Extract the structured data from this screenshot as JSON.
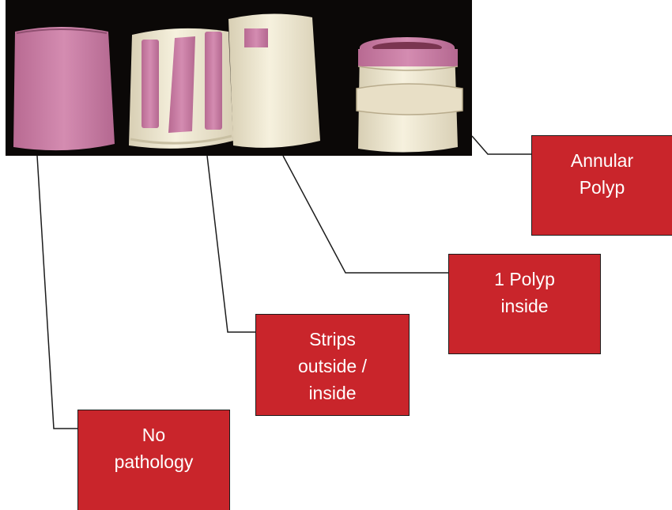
{
  "labels": {
    "no_pathology": [
      "No",
      "pathology"
    ],
    "strips": [
      "Strips",
      "outside /",
      "inside"
    ],
    "one_polyp": [
      "1 Polyp",
      "inside"
    ],
    "annular": [
      "Annular",
      "Polyp"
    ]
  },
  "colors": {
    "label_fill": "#c9252b",
    "photo_background": "#0b0807",
    "pink_tissue": "#c87aa0",
    "cream_tube": "#efe9d4",
    "leader_line": "#1c1c1c"
  }
}
